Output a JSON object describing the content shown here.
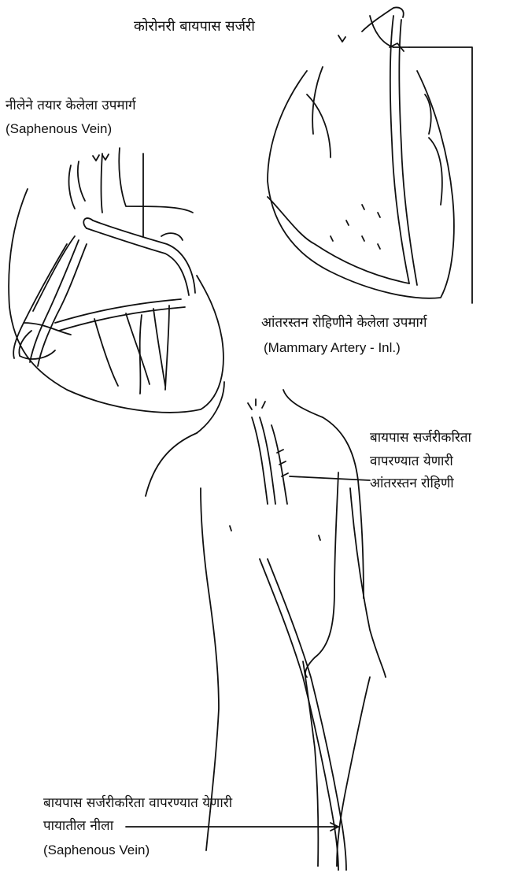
{
  "title": "कोरोनरी बायपास सर्जरी",
  "labels": {
    "saphenous_graft": {
      "marathi": "नीलेने तयार केलेला उपमार्ग",
      "english": "(Saphenous Vein)"
    },
    "mammary_graft": {
      "marathi": "आंतरस्तन रोहिणीने केलेला उपमार्ग",
      "english": "(Mammary Artery - Inl.)"
    },
    "mammary_artery": {
      "line1": "बायपास सर्जरीकरिता",
      "line2": "वापरण्यात येणारी",
      "line3": "आंतरस्तन रोहिणी"
    },
    "leg_vein": {
      "line1": "बायपास सर्जरीकरिता वापरण्यात येणारी",
      "line2": "पायातील नीला",
      "line3": "(Saphenous Vein)"
    }
  },
  "colors": {
    "ink": "#111111",
    "background": "#ffffff"
  }
}
